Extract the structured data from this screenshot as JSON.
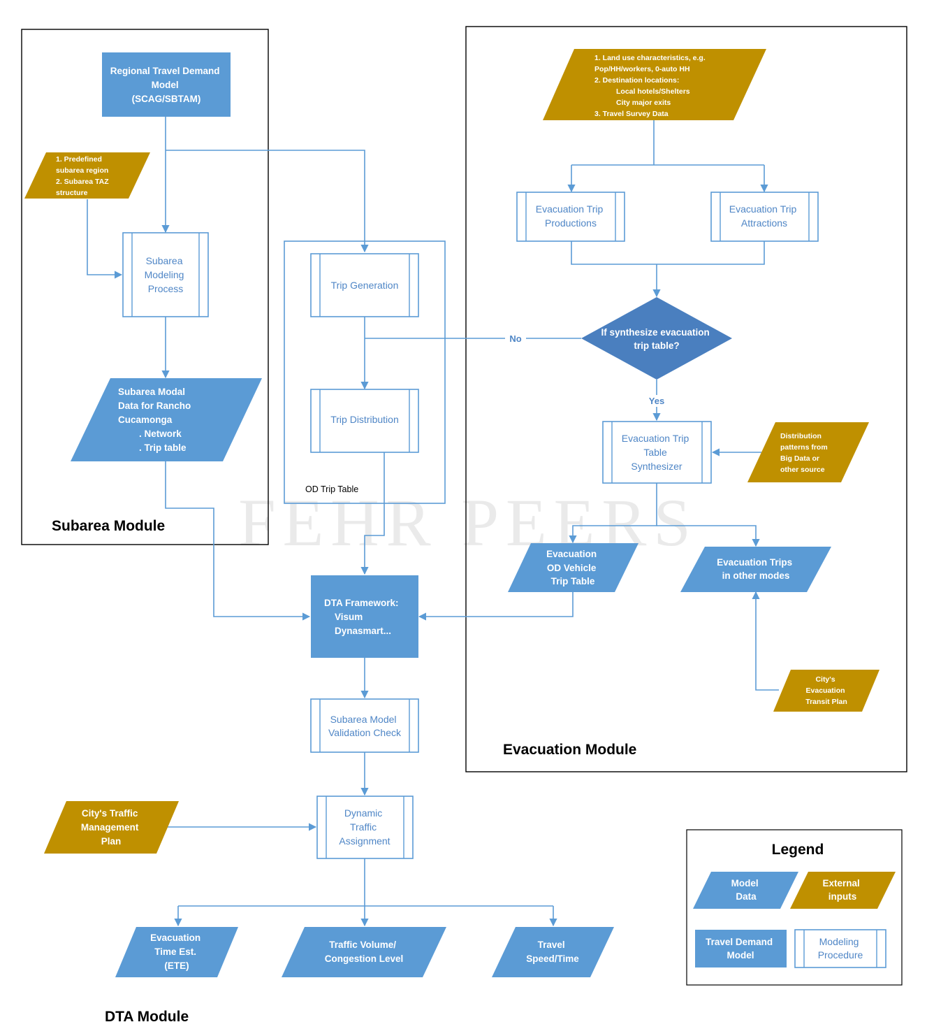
{
  "watermark": "FEHR PEERS",
  "modules": {
    "subarea": "Subarea Module",
    "evacuation": "Evacuation Module",
    "dta": "DTA Module"
  },
  "nodes": {
    "regional_model": [
      "Regional Travel Demand",
      "Model",
      "(SCAG/SBTAM)"
    ],
    "subarea_inputs": [
      "1. Predefined",
      "subarea region",
      "2. Subarea TAZ",
      "structure"
    ],
    "subarea_process": [
      "Subarea",
      "Modeling",
      "Process"
    ],
    "subarea_modal_data": [
      "Subarea Modal",
      "Data for Rancho",
      "Cucamonga",
      ". Network",
      ". Trip table"
    ],
    "trip_generation": "Trip Generation",
    "trip_distribution": "Trip Distribution",
    "od_trip_table": "OD Trip Table",
    "evac_inputs": [
      "1. Land use characteristics, e.g.",
      "Pop/HH/workers, 0-auto HH",
      "2. Destination locations:",
      "Local hotels/Shelters",
      "City major exits",
      "3. Travel Survey Data"
    ],
    "evac_productions": [
      "Evacuation Trip",
      "Productions"
    ],
    "evac_attractions": [
      "Evacuation Trip",
      "Attractions"
    ],
    "decision": [
      "If synthesize evacuation",
      "trip table?"
    ],
    "decision_no": "No",
    "decision_yes": "Yes",
    "synthesizer": [
      "Evacuation Trip",
      "Table",
      "Synthesizer"
    ],
    "distribution_patterns": [
      "Distribution",
      "patterns from",
      "Big Data or",
      "other source"
    ],
    "evac_od_vehicle": [
      "Evacuation",
      "OD Vehicle",
      "Trip Table"
    ],
    "evac_other_modes": [
      "Evacuation Trips",
      "in other modes"
    ],
    "transit_plan": [
      "City's",
      "Evacuation",
      "Transit Plan"
    ],
    "dta_framework": [
      "DTA Framework:",
      "Visum",
      "Dynasmart..."
    ],
    "validation": [
      "Subarea Model",
      "Validation Check"
    ],
    "dynamic_assignment": [
      "Dynamic",
      "Traffic",
      "Assignment"
    ],
    "traffic_plan": [
      "City's Traffic",
      "Management",
      "Plan"
    ],
    "ete": [
      "Evacuation",
      "Time Est.",
      "(ETE)"
    ],
    "traffic_volume": [
      "Traffic Volume/",
      "Congestion Level"
    ],
    "travel_speed": [
      "Travel",
      "Speed/Time"
    ]
  },
  "legend": {
    "title": "Legend",
    "model_data": [
      "Model",
      "Data"
    ],
    "external_inputs": [
      "External",
      "inputs"
    ],
    "travel_demand_model": [
      "Travel Demand",
      "Model"
    ],
    "modeling_procedure": [
      "Modeling",
      "Procedure"
    ]
  },
  "colors": {
    "blue": "#5b9bd5",
    "gold": "#bf9000",
    "diamond": "#4a7fbf",
    "procedure_text": "#4f86c6",
    "connector": "#5b9bd5"
  }
}
